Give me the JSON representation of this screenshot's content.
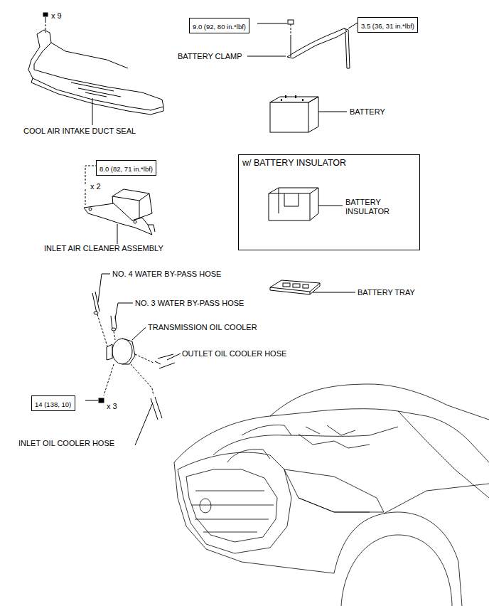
{
  "diagram": {
    "nodes": [
      {
        "text": [
          "9.0 (92, 80 in.*lbf)"
        ]
      },
      {
        "text": [
          "3.5 (36, 31 in.*lbf)"
        ]
      },
      {
        "text": [
          "w/ BATTERY INSULATOR",
          "BATTERY INSULATOR"
        ]
      },
      {
        "text": [
          "8.0 (82, 71 in.*lbf)"
        ]
      },
      {
        "text": [
          "14 (138, 10)"
        ]
      }
    ],
    "labels": [
      "x 9",
      "COOL AIR INTAKE DUCT SEAL",
      "BATTERY CLAMP",
      "BATTERY",
      "x 2",
      "INLET AIR CLEANER ASSEMBLY",
      "BATTERY TRAY",
      "NO. 4 WATER BY-PASS HOSE",
      "NO. 3 WATER BY-PASS HOSE",
      "TRANSMISSION OIL COOLER",
      "OUTLET OIL COOLER HOSE",
      "x 3",
      "INLET OIL COOLER HOSE"
    ]
  }
}
